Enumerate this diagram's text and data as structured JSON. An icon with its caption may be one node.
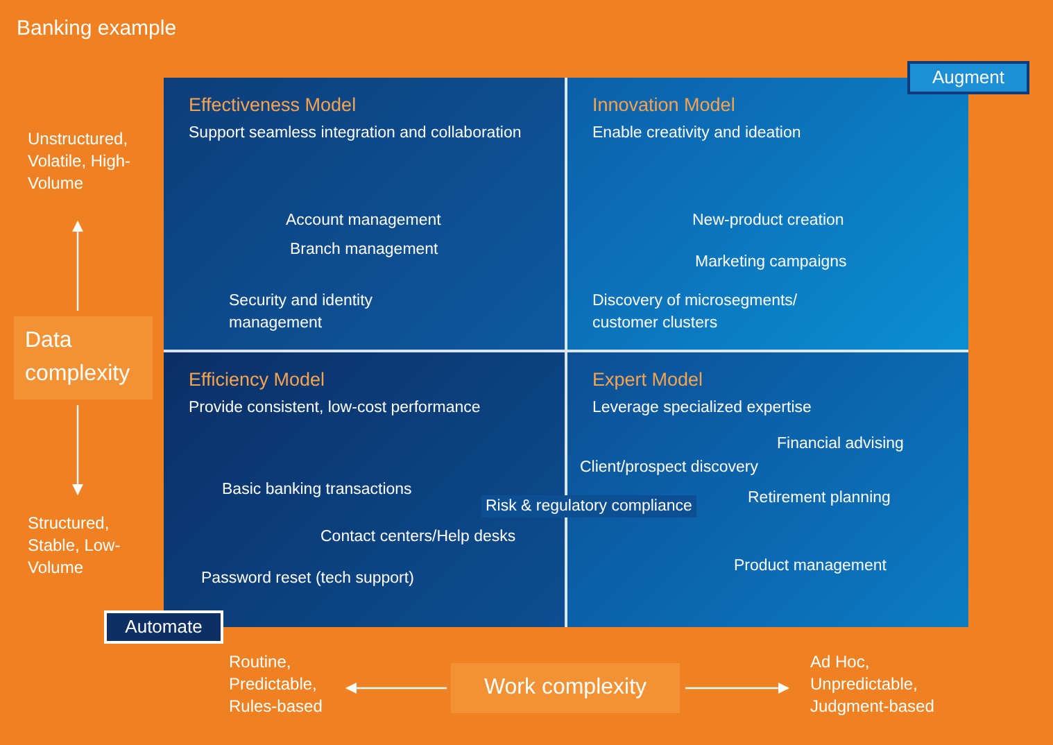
{
  "diagram": {
    "title": "Banking example",
    "nodes": [
      {
        "text": [
          "Effectiveness Model",
          "Support seamless integration and collaboration"
        ]
      },
      {
        "text": [
          "Innovation Model",
          "Enable creativity and ideation"
        ]
      },
      {
        "text": [
          "Efficiency Model",
          "Provide consistent, low-cost performance"
        ]
      },
      {
        "text": [
          "Expert Model",
          "Leverage specialized expertise"
        ]
      },
      {
        "text": [
          "Augment"
        ]
      },
      {
        "text": [
          "Automate"
        ]
      }
    ],
    "edges": [],
    "labels": [
      "Unstructured, Volatile, High-Volume",
      "Account management",
      "New-product creation",
      "Branch management",
      "Marketing campaigns",
      "Security and identity management",
      "Discovery of microsegments/ customer clusters",
      "Data complexity",
      "Financial advising",
      "Client/prospect discovery",
      "Basic banking transactions",
      "Retirement planning",
      "Risk & regulatory compliance",
      "Structured, Stable, Low-Volume",
      "Contact centers/Help desks",
      "Product management",
      "Password reset (tech support)",
      "Routine, Predictable, Rules-based",
      "Work complexity",
      "Ad Hoc, Unpredictable, Judgment-based"
    ]
  }
}
